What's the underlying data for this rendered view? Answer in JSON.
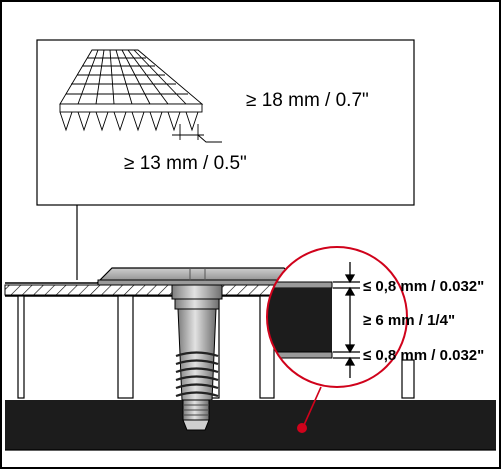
{
  "inset": {
    "mesh_width_label": "≥ 18 mm / 0.7\"",
    "mesh_spacing_label": "≥ 13 mm / 0.5\""
  },
  "magnifier": {
    "upper_plate_label": "≤ 0,8 mm / 0.032\"",
    "gap_label": "≥ 6 mm / 1/4\"",
    "lower_plate_label": "≤ 0,8 mm / 0.032\""
  },
  "colors": {
    "accent": "#d0021b",
    "dark": "#1c1c1c",
    "metal": "#a6a6a6",
    "frame": "#000000"
  }
}
